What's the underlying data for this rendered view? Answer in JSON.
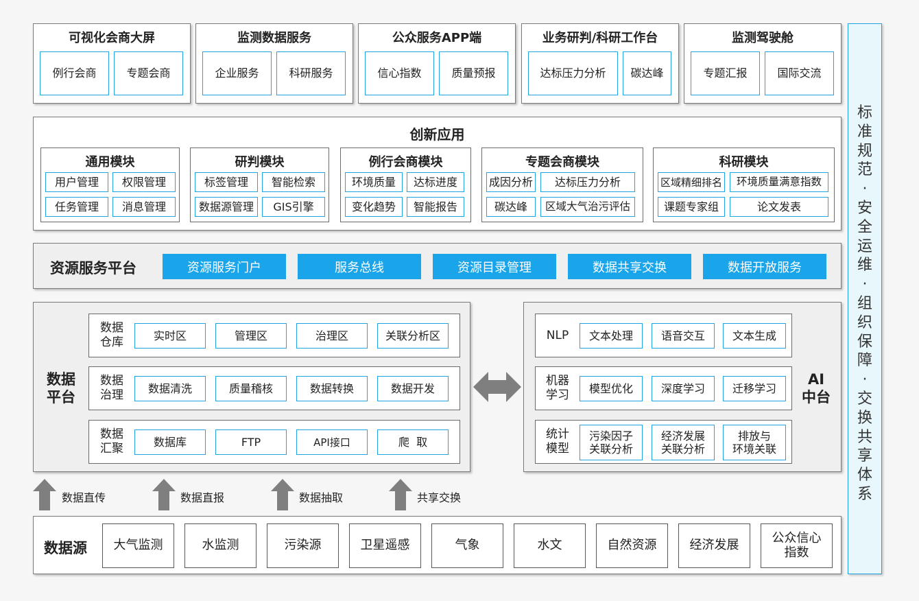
{
  "top_boxes": [
    {
      "title": "可视化会商大屏",
      "items": [
        "例行会商",
        "专题会商"
      ]
    },
    {
      "title": "监测数据服务",
      "items": [
        "企业服务",
        "科研服务"
      ]
    },
    {
      "title": "公众服务APP端",
      "items": [
        "信心指数",
        "质量预报"
      ]
    },
    {
      "title": "业务研判/科研工作台",
      "items": [
        "达标压力分析",
        "碳达峰"
      ]
    },
    {
      "title": "监测驾驶舱",
      "items": [
        "专题汇报",
        "国际交流"
      ]
    }
  ],
  "innovation": {
    "title": "创新应用",
    "modules": [
      {
        "title": "通用模块",
        "items": [
          "用户管理",
          "权限管理",
          "任务管理",
          "消息管理"
        ]
      },
      {
        "title": "研判模块",
        "items": [
          "标签管理",
          "智能检索",
          "数据源管理",
          "GIS引擎"
        ]
      },
      {
        "title": "例行会商模块",
        "items": [
          "环境质量",
          "达标进度",
          "变化趋势",
          "智能报告"
        ]
      },
      {
        "title": "专题会商模块",
        "items": [
          "成因分析",
          "达标压力分析",
          "碳达峰",
          "区域大气治污评估"
        ]
      },
      {
        "title": "科研模块",
        "items": [
          "区域精细排名",
          "环境质量满意指数",
          "课题专家组",
          "论文发表"
        ]
      }
    ]
  },
  "resource_platform": {
    "title": "资源服务平台",
    "items": [
      "资源服务门户",
      "服务总线",
      "资源目录管理",
      "数据共享交换",
      "数据开放服务"
    ]
  },
  "data_platform": {
    "title_line1": "数据",
    "title_line2": "平台",
    "rows": [
      {
        "l1": "数据",
        "l2": "仓库",
        "items": [
          "实时区",
          "管理区",
          "治理区",
          "关联分析区"
        ]
      },
      {
        "l1": "数据",
        "l2": "治理",
        "items": [
          "数据清洗",
          "质量稽核",
          "数据转换",
          "数据开发"
        ]
      },
      {
        "l1": "数据",
        "l2": "汇聚",
        "items": [
          "数据库",
          "FTP",
          "API接口",
          "爬  取"
        ]
      }
    ]
  },
  "ai_platform": {
    "title_line1": "AI",
    "title_line2": "中台",
    "rows": [
      {
        "l1": "NLP",
        "l2": "",
        "items": [
          "文本处理",
          "语音交互",
          "文本生成"
        ]
      },
      {
        "l1": "机器",
        "l2": "学习",
        "items": [
          "模型优化",
          "深度学习",
          "迁移学习"
        ]
      },
      {
        "l1": "统计",
        "l2": "模型",
        "items": [
          [
            "污染因子",
            "关联分析"
          ],
          [
            "经济发展",
            "关联分析"
          ],
          [
            "排放与",
            "环境关联"
          ]
        ]
      }
    ]
  },
  "arrows": [
    "数据直传",
    "数据直报",
    "数据抽取",
    "共享交换"
  ],
  "data_source": {
    "title": "数据源",
    "items": [
      "大气监测",
      "水监测",
      "污染源",
      "卫星遥感",
      "气象",
      "水文",
      "自然资源",
      "经济发展",
      [
        "公众信心",
        "指数"
      ]
    ]
  },
  "side_text": "标准规范·安全运维·组织保障·交换共享体系",
  "colors": {
    "accent": "#1aa5ea",
    "border_blue": "#1fa3e3",
    "arrow_gray": "#7f7f7f",
    "panel_gray": "#efefef"
  }
}
